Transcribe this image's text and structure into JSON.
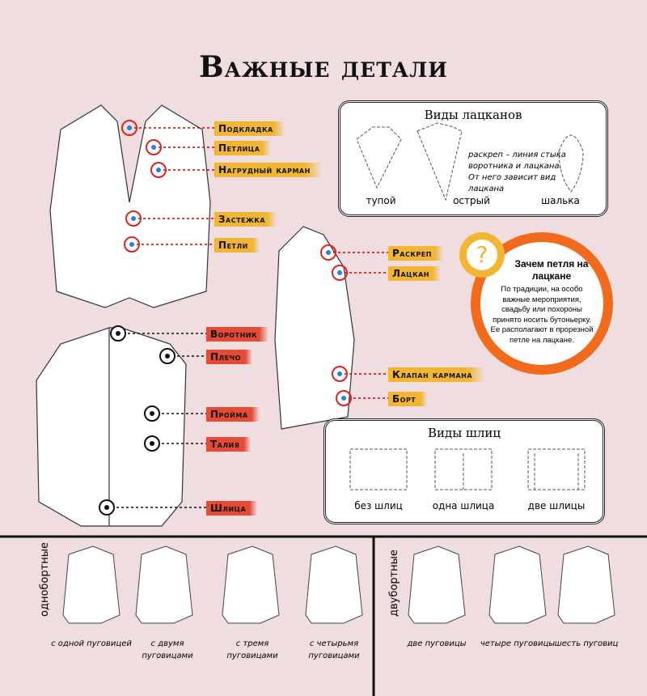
{
  "title": "Важные детали",
  "front_labels": [
    "Подкладка",
    "Петлица",
    "Нагрудный карман",
    "Застежка",
    "Петли"
  ],
  "back_labels": [
    "Воротник",
    "Плечо",
    "Пройма",
    "Талия",
    "Шлица"
  ],
  "side_labels": [
    "Раскреп",
    "Лацкан",
    "Клапан кармана",
    "Борт"
  ],
  "lapels": {
    "title": "Виды лацканов",
    "note": "раскреп – линия стыка воротника и лацкана. От него зависит вид лацкана",
    "types": [
      "тупой",
      "острый",
      "шалька"
    ]
  },
  "vents": {
    "title": "Виды шлиц",
    "types": [
      "без шлиц",
      "одна шлица",
      "две шлицы"
    ]
  },
  "info": {
    "icon": "?",
    "title": "Зачем петля на лацкане",
    "text": "По традиции, на особо важные мероприятия, свадьбу или похороны принято носить бутоньерку. Ее располагают в прорезной петле на лацкане."
  },
  "single": {
    "heading": "однобортные",
    "items": [
      "с одной пуговицей",
      "с двумя пуговицами",
      "с тремя пуговицами",
      "с четырьмя пуговицами"
    ]
  },
  "double": {
    "heading": "двубортные",
    "items": [
      "две пуговицы",
      "четыре пуговицы",
      "шесть пуговиц"
    ]
  },
  "colors": {
    "yellow": "#f2b632",
    "red": "#e54a35",
    "orange": "#f26a1b",
    "bg": "#f0dde0"
  }
}
